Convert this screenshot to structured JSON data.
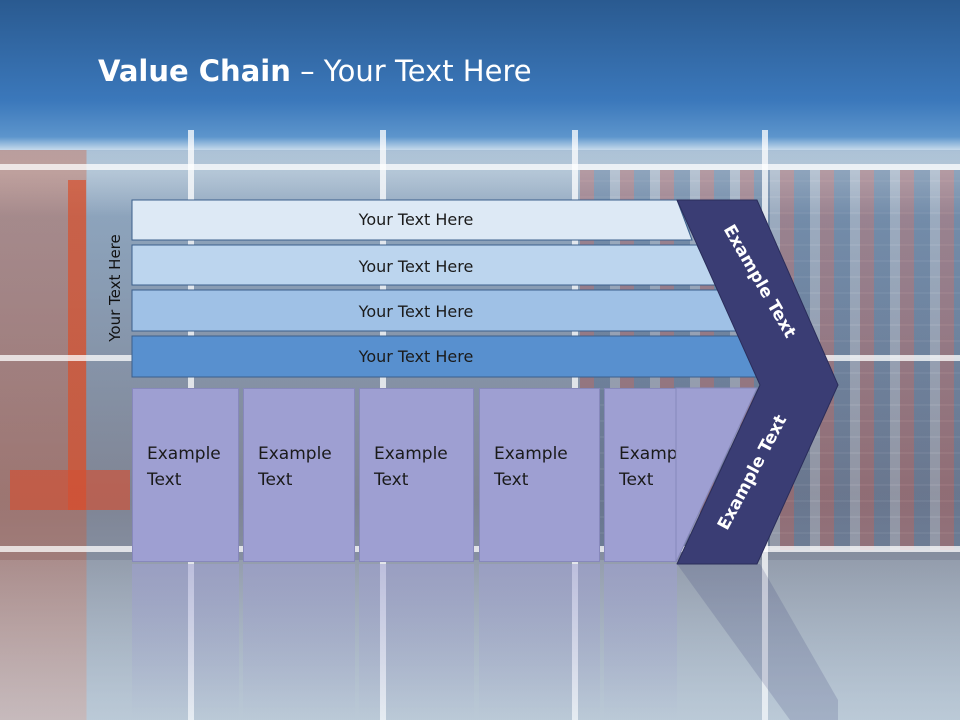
{
  "slide": {
    "title_bold": "Value Chain",
    "title_rest": " – Your Text Here",
    "side_label": "Your Text Here"
  },
  "support_bars": [
    {
      "label": "Your Text Here",
      "color": "#dde9f5"
    },
    {
      "label": "Your Text Here",
      "color": "#bcd5ee"
    },
    {
      "label": "Your Text Here",
      "color": "#9fc1e6"
    },
    {
      "label": "Your Text Here",
      "color": "#5890cf"
    }
  ],
  "primary_activities": [
    {
      "line1": "Example",
      "line2": "Text"
    },
    {
      "line1": "Example",
      "line2": "Text"
    },
    {
      "line1": "Example",
      "line2": "Text"
    },
    {
      "line1": "Example",
      "line2": "Text"
    },
    {
      "line1": "Example",
      "line2": "Text"
    }
  ],
  "margin_chevron": {
    "upper_label": "Example Text",
    "lower_label": "Example Text",
    "color": "#3a3d74"
  },
  "colors": {
    "activity_box": "#9e9fd2",
    "title_band": "#3b78bb"
  }
}
